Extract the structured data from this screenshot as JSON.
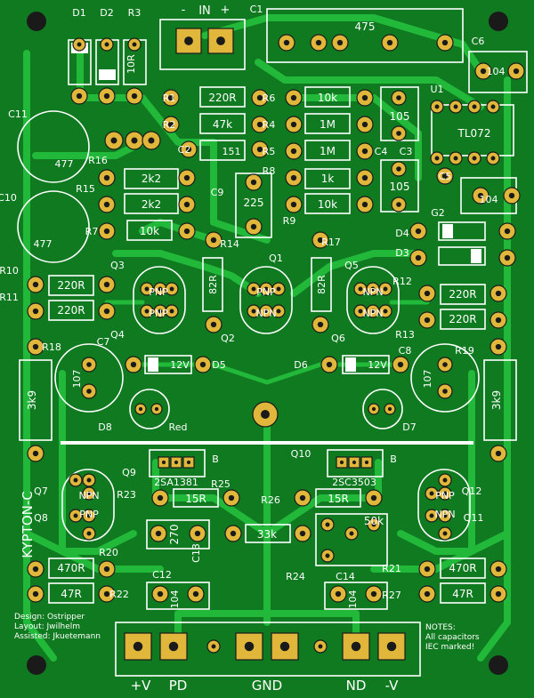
{
  "board": {
    "board_name": "KYPTON-C",
    "credits": [
      "Design: Ostripper",
      "Layout: Jwilhelm",
      "Assisted: Jkuetemann"
    ],
    "notes": [
      "NOTES:",
      "All capacitors",
      "IEC marked!"
    ],
    "input": {
      "minus": "-",
      "label": "IN",
      "plus": "+"
    },
    "terminals": {
      "vplus": "+V",
      "pd": "PD",
      "gnd": "GND",
      "nd": "ND",
      "vminus": "-V"
    },
    "divider_label": "B",
    "colors": {
      "board": "#0f7a1f",
      "track": "#22b83a",
      "pad": "#e0b73a",
      "silk": "#ffffff"
    }
  },
  "refs": {
    "D1": "D1",
    "D2": "D2",
    "R3": "R3",
    "C1": "C1",
    "C6": "C6",
    "U1": "U1",
    "R1": "R1",
    "R2": "R2",
    "R6": "R6",
    "R4": "R4",
    "R5": "R5",
    "C2": "C2",
    "C11": "C11",
    "R16": "R16",
    "R8": "R8",
    "R9": "R9",
    "C4": "C4",
    "C3": "C3",
    "C5": "C5",
    "R15": "R15",
    "C9": "C9",
    "C10": "C10",
    "G2": "G2",
    "R7": "R7",
    "R14": "R14",
    "R17": "R17",
    "D4": "D4",
    "D3": "D3",
    "Q3": "Q3",
    "Q1": "Q1",
    "Q5": "Q5",
    "R10": "R10",
    "R11": "R11",
    "R12": "R12",
    "Q4": "Q4",
    "Q2": "Q2",
    "Q6": "Q6",
    "R13": "R13",
    "R18": "R18",
    "C7": "C7",
    "C8": "C8",
    "R19": "R19",
    "D5": "D5",
    "D6": "D6",
    "D8": "D8",
    "D7": "D7",
    "Q9": "Q9",
    "Q10": "Q10",
    "R23": "R23",
    "R25": "R25",
    "R26": "R26",
    "Q7": "Q7",
    "Q8": "Q8",
    "Q12": "Q12",
    "Q11": "Q11",
    "R20": "R20",
    "C13": "C13",
    "R24": "R24",
    "R21": "R21",
    "C12": "C12",
    "C14": "C14",
    "R22": "R22",
    "R27": "R27"
  },
  "values": {
    "r3": "10R",
    "c1": "475",
    "c6": "104",
    "u1": "TL072",
    "r1": "220R",
    "r2": "47k",
    "r6": "10k",
    "r4": "1M",
    "r5": "1M",
    "c2": "151",
    "c4": "105",
    "c3": "105",
    "c5": "104",
    "r15": "2k2",
    "r16": "2k2",
    "r8": "1k",
    "r9": "10k",
    "c9": "225",
    "r7": "10k",
    "c11": "477",
    "c10": "477",
    "r14": "82R",
    "r17": "82R",
    "r10": "220R",
    "r11": "220R",
    "r12": "220R",
    "r13": "220R",
    "q3": "PNP",
    "q4": "PNP",
    "q1": "PNP",
    "q2": "NPN",
    "q5": "NPN",
    "q6": "NPN",
    "r18": "3k9",
    "r19": "3k9",
    "c7": "107",
    "c8": "107",
    "d5": "12V",
    "d6": "12V",
    "d8": "Red",
    "q9": "2SA1381",
    "q10": "2SC3503",
    "r23": "15R",
    "r26": "15R",
    "r25": "33k",
    "c13": "270",
    "r24": "50k",
    "q7": "NPN",
    "q8": "PNP",
    "q12": "PNP",
    "q11": "NPN",
    "r20": "470R",
    "r22": "47R",
    "r21": "470R",
    "r27": "47R",
    "c12": "104",
    "c14": "104"
  }
}
